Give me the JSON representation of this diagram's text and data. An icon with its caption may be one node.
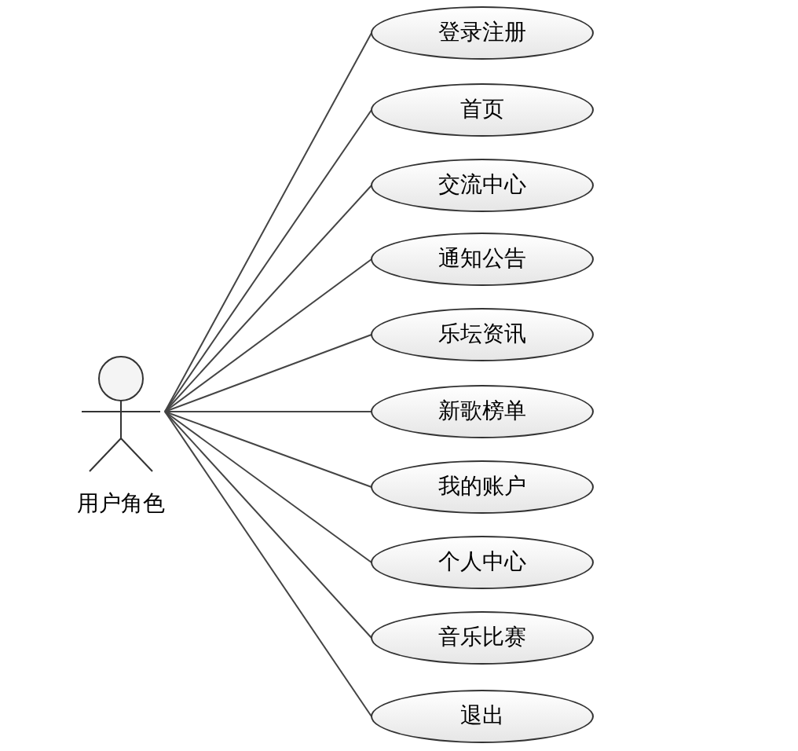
{
  "diagram": {
    "nodes": [
      {
        "text": [
          "用户角色"
        ]
      },
      {
        "text": [
          "登录注册"
        ]
      },
      {
        "text": [
          "首页"
        ]
      },
      {
        "text": [
          "交流中心"
        ]
      },
      {
        "text": [
          "通知公告"
        ]
      },
      {
        "text": [
          "乐坛资讯"
        ]
      },
      {
        "text": [
          "新歌榜单"
        ]
      },
      {
        "text": [
          "我的账户"
        ]
      },
      {
        "text": [
          "个人中心"
        ]
      },
      {
        "text": [
          "音乐比赛"
        ]
      },
      {
        "text": [
          "退出"
        ]
      }
    ],
    "edges": [
      {
        "from": 0,
        "to": 1,
        "arrow": "none"
      },
      {
        "from": 0,
        "to": 2,
        "arrow": "none"
      },
      {
        "from": 0,
        "to": 3,
        "arrow": "none"
      },
      {
        "from": 0,
        "to": 4,
        "arrow": "none"
      },
      {
        "from": 0,
        "to": 5,
        "arrow": "none"
      },
      {
        "from": 0,
        "to": 6,
        "arrow": "none"
      },
      {
        "from": 0,
        "to": 7,
        "arrow": "none"
      },
      {
        "from": 0,
        "to": 8,
        "arrow": "none"
      },
      {
        "from": 0,
        "to": 9,
        "arrow": "none"
      },
      {
        "from": 0,
        "to": 10,
        "arrow": "none"
      }
    ]
  }
}
